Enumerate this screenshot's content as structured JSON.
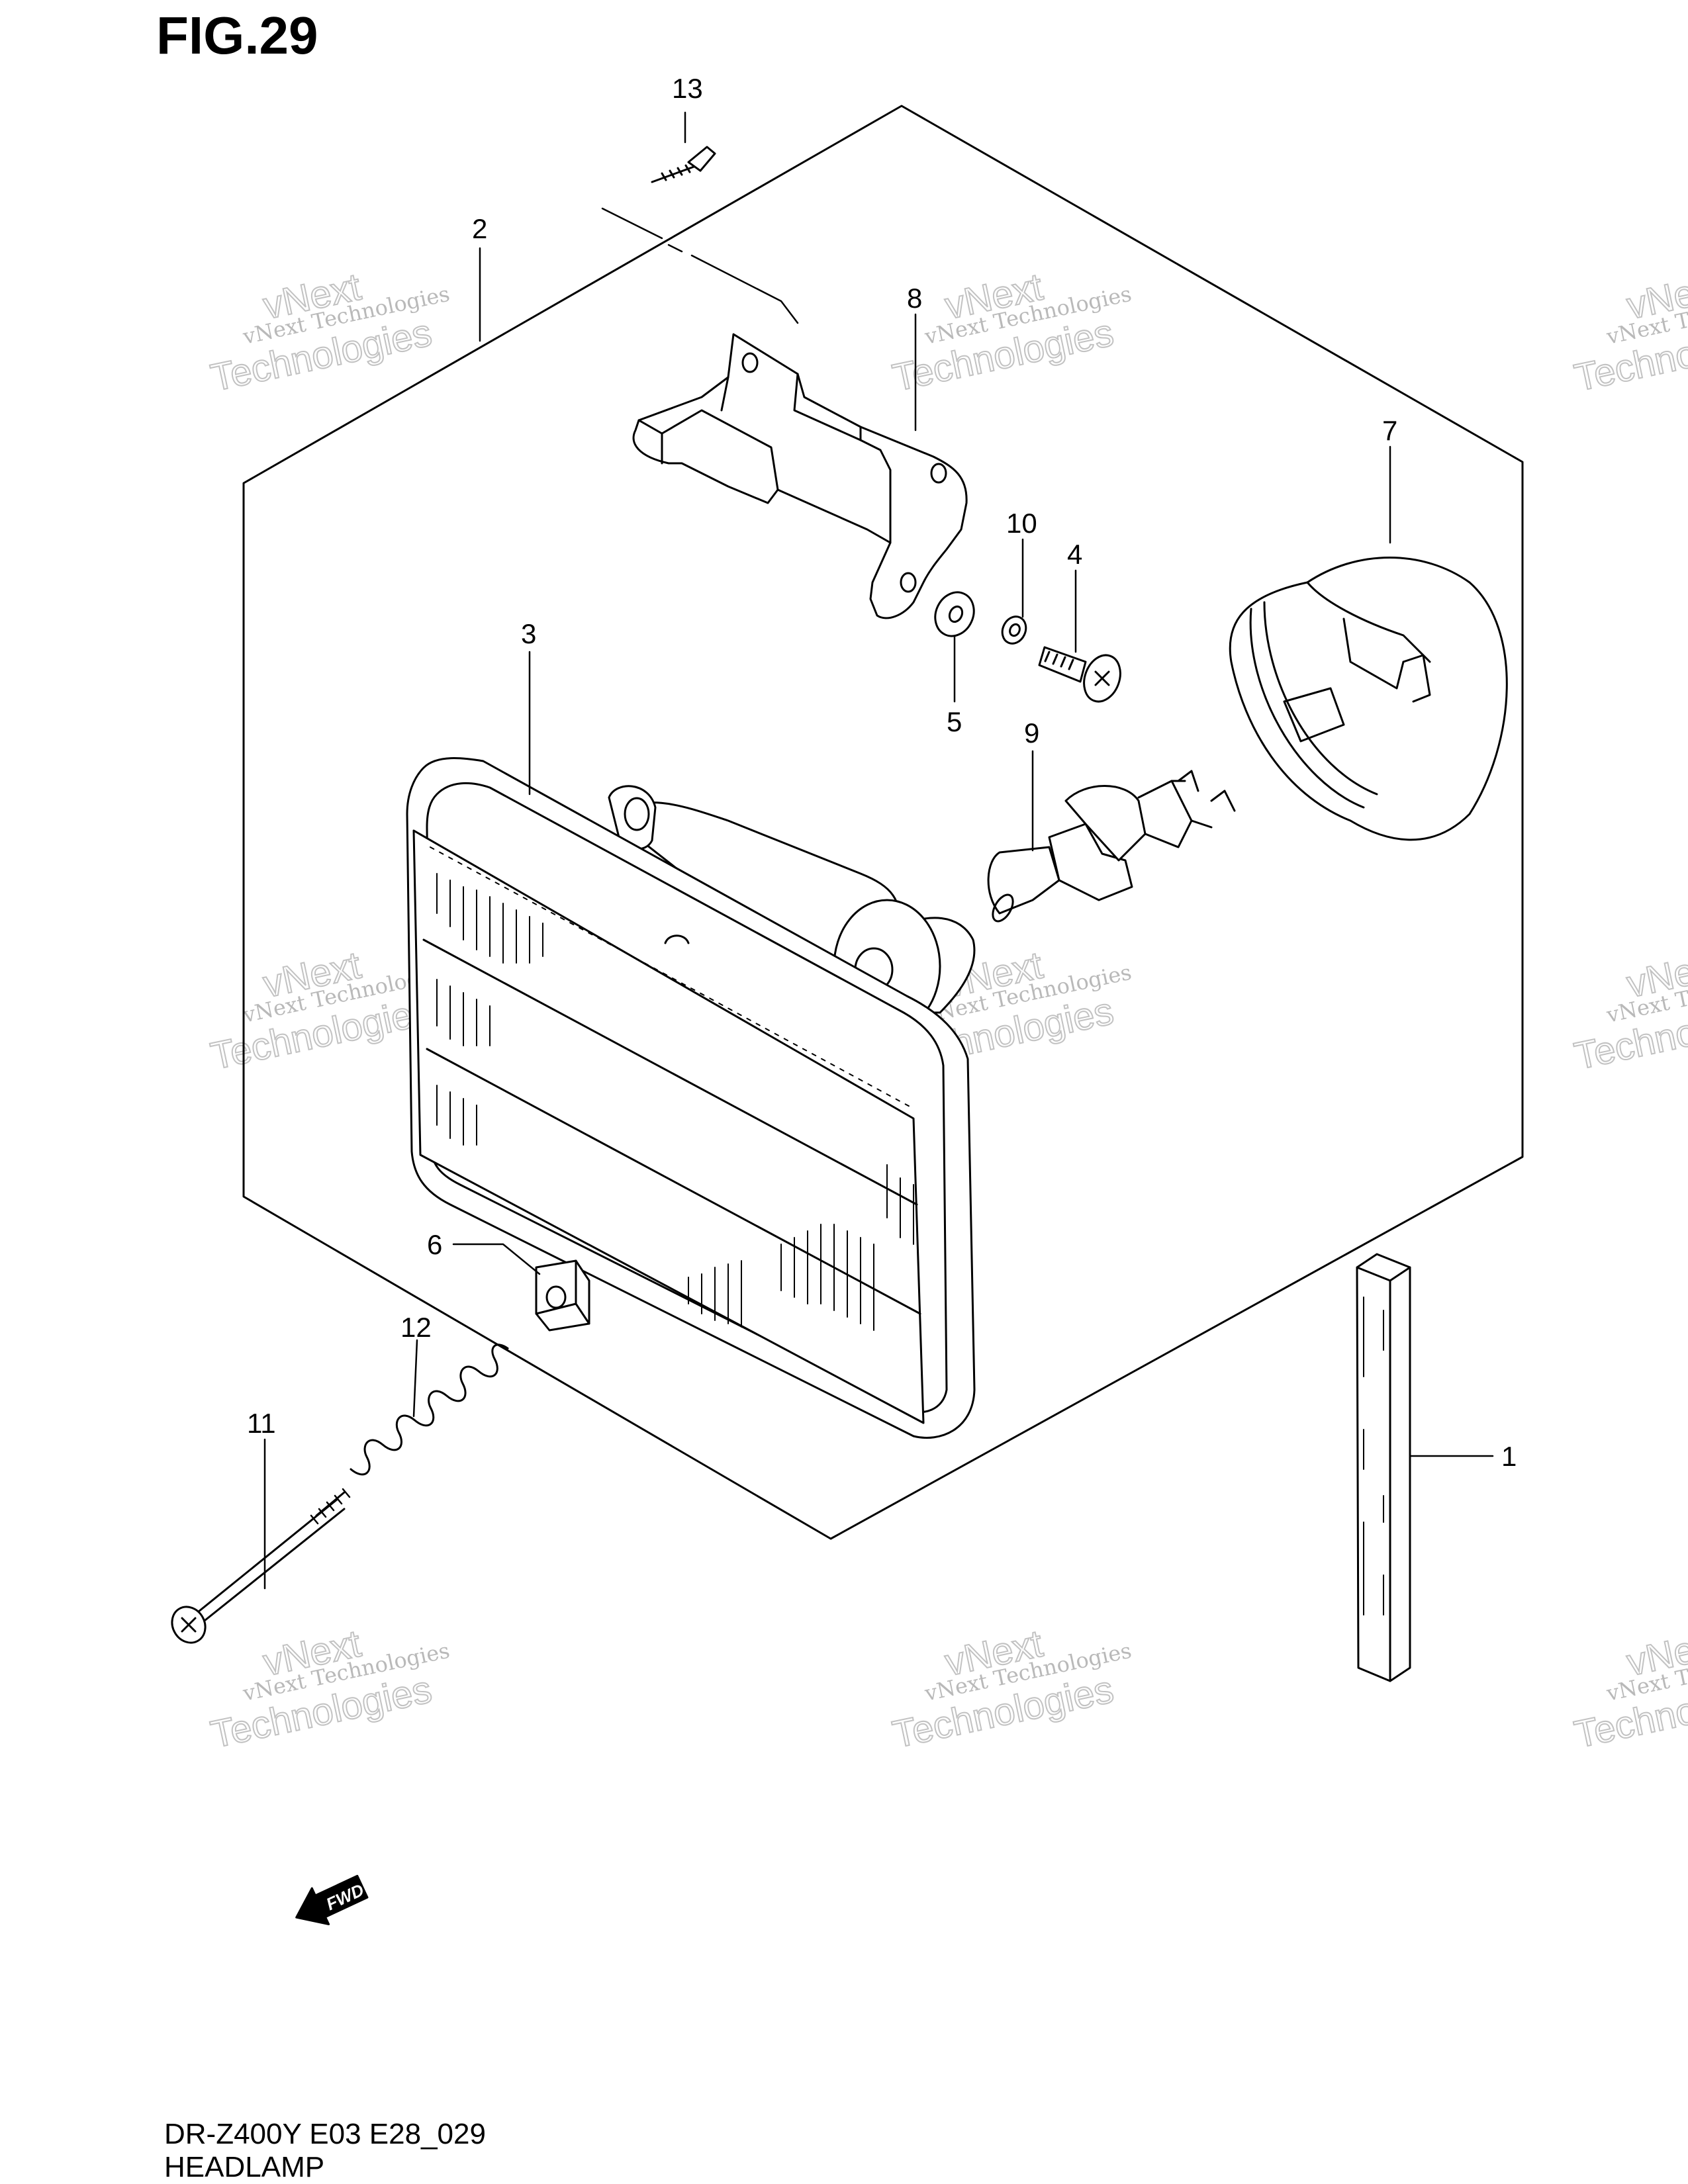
{
  "figure": {
    "title": "FIG.29"
  },
  "footer": {
    "code": "DR-Z400Y E03 E28_029",
    "name": "HEADLAMP"
  },
  "watermark": {
    "line1": "vNext Technologies",
    "line2": "vNext",
    "line3": "Technologies"
  },
  "fwd_label": "FWD",
  "callouts": [
    {
      "id": "1",
      "label": "1"
    },
    {
      "id": "2",
      "label": "2"
    },
    {
      "id": "3",
      "label": "3"
    },
    {
      "id": "4",
      "label": "4"
    },
    {
      "id": "5",
      "label": "5"
    },
    {
      "id": "6",
      "label": "6"
    },
    {
      "id": "7",
      "label": "7"
    },
    {
      "id": "8",
      "label": "8"
    },
    {
      "id": "9",
      "label": "9"
    },
    {
      "id": "10",
      "label": "10"
    },
    {
      "id": "11",
      "label": "11"
    },
    {
      "id": "12",
      "label": "12"
    },
    {
      "id": "13",
      "label": "13"
    }
  ],
  "colors": {
    "line": "#000000",
    "watermark": "#c2c2c2"
  }
}
